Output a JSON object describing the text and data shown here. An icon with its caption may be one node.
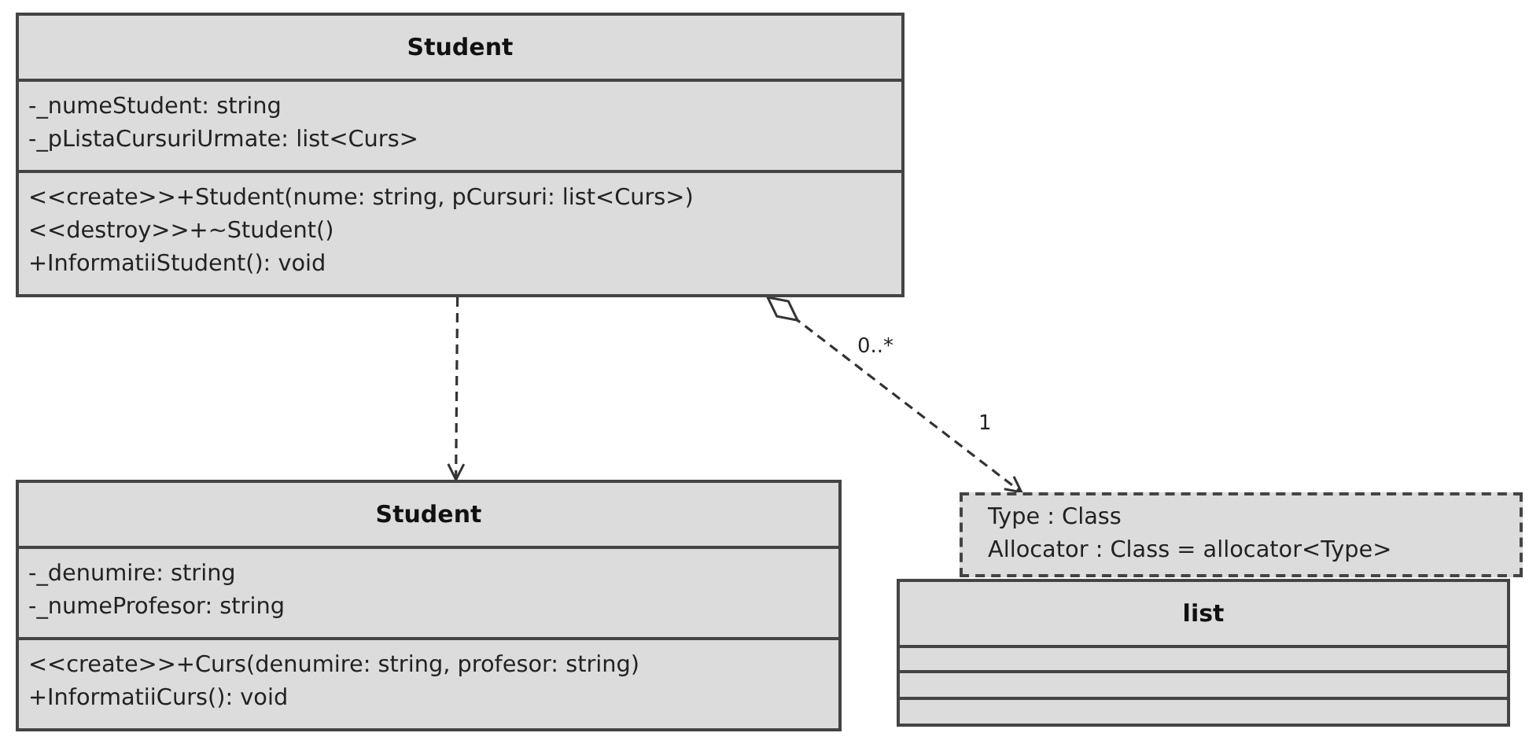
{
  "diagram": {
    "nodes": [
      {
        "text": [
          "Student",
          "-_numeStudent: string",
          "-_pListaCursuriUrmate: list<Curs>",
          "<<create>>+Student(nume: string, pCursuri: list<Curs>)",
          "<<destroy>>+~Student()",
          "+InformatiiStudent(): void"
        ]
      },
      {
        "text": [
          "Student",
          "-_denumire: string",
          "-_numeProfesor: string",
          "<<create>>+Curs(denumire: string, profesor: string)",
          "+InformatiiCurs(): void"
        ]
      },
      {
        "text": [
          "list"
        ]
      },
      {
        "text": [
          "Type : Class",
          "Allocator : Class = allocator<Type>"
        ]
      }
    ],
    "edges": [
      {
        "from": 0,
        "to": 1,
        "arrow": "to",
        "style": "dashed"
      },
      {
        "from": 0,
        "to": 3,
        "arrow": "to",
        "style": "dashed"
      }
    ],
    "labels": [
      "0..*",
      "1"
    ]
  }
}
